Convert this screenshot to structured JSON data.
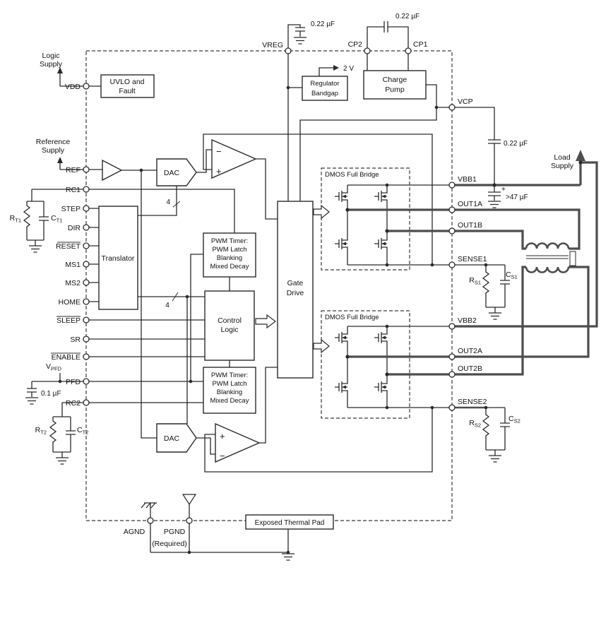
{
  "supplies": {
    "logic": [
      "Logic",
      "Supply"
    ],
    "reference": [
      "Reference",
      "Supply"
    ],
    "load": [
      "Load",
      "Supply"
    ]
  },
  "blocks": {
    "uvlo": [
      "UVLO and",
      "Fault"
    ],
    "translator": "Translator",
    "dac": "DAC",
    "pwm": [
      "PWM Timer:",
      "PWM Latch",
      "Blanking",
      "Mixed Decay"
    ],
    "control": [
      "Control",
      "Logic"
    ],
    "gate_drive": [
      "Gate",
      "Drive"
    ],
    "regulator": [
      "Regulator",
      "Bandgap"
    ],
    "charge_pump": [
      "Charge",
      "Pump"
    ],
    "dmos_bridge": "DMOS Full Bridge",
    "thermal_pad": "Exposed Thermal Pad",
    "required_note": "(Required)"
  },
  "pins": {
    "left": [
      "VDD",
      "REF",
      "RC1",
      "STEP",
      "DIR",
      "RESET",
      "MS1",
      "MS2",
      "HOME",
      "SLEEP",
      "SR",
      "ENABLE",
      "PFD",
      "RC2"
    ],
    "top": [
      "VREG",
      "CP2",
      "CP1"
    ],
    "right": [
      "VCP",
      "VBB1",
      "OUT1A",
      "OUT1B",
      "SENSE1",
      "VBB2",
      "OUT2A",
      "OUT2B",
      "SENSE2"
    ],
    "bottom": [
      "AGND",
      "PGND"
    ]
  },
  "values": {
    "vreg_cap": "0.22 µF",
    "cp_cap": "0.22 µF",
    "vcp_cap": "0.22 µF",
    "bulk_cap": ">47 µF",
    "bulk_plus": "+",
    "pfd_cap": "0.1 µF",
    "ref_2v": "2 V",
    "bus_width": "4"
  },
  "components": {
    "rt1": {
      "main": "R",
      "sub": "T1"
    },
    "ct1": {
      "main": "C",
      "sub": "T1"
    },
    "rt2": {
      "main": "R",
      "sub": "T2"
    },
    "ct2": {
      "main": "C",
      "sub": "T2"
    },
    "rs1": {
      "main": "R",
      "sub": "S1"
    },
    "cs1": {
      "main": "C",
      "sub": "S1"
    },
    "rs2": {
      "main": "R",
      "sub": "S2"
    },
    "cs2": {
      "main": "C",
      "sub": "S2"
    },
    "vpfd": {
      "main": "V",
      "sub": "PFD"
    }
  },
  "comparator": {
    "plus": "+",
    "minus": "−"
  }
}
